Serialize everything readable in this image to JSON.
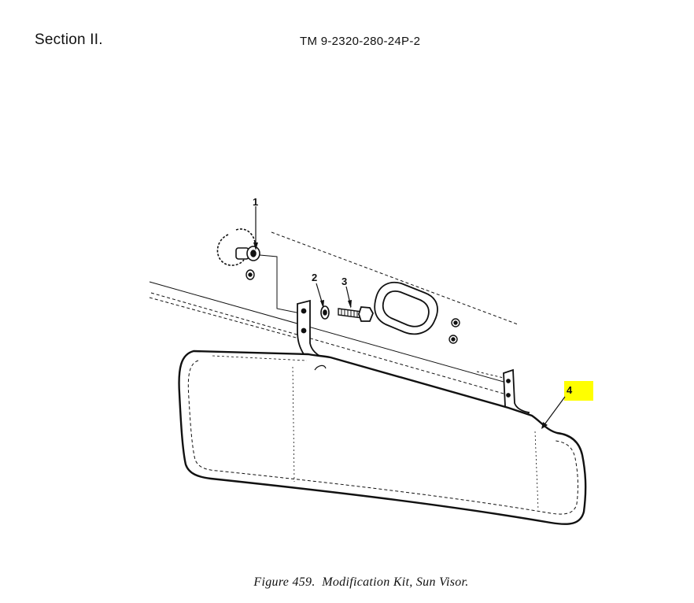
{
  "header": {
    "section": "Section II.",
    "tm_number": "TM 9-2320-280-24P-2"
  },
  "figure": {
    "callouts": [
      {
        "label": "1"
      },
      {
        "label": "2"
      },
      {
        "label": "3"
      },
      {
        "label": "4",
        "highlight_color": "#ffff00"
      }
    ],
    "caption": "Figure 459.  Modification Kit, Sun Visor."
  },
  "colors": {
    "line": "#111111",
    "highlight": "#ffff00",
    "background": "#ffffff"
  }
}
